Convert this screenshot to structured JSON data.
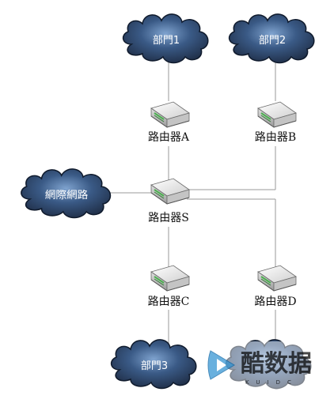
{
  "colors": {
    "cloud_dark": "#1e2c44",
    "cloud_mid": "#3a5a86",
    "cloud_light": "#7fa3cf",
    "line": "#999999",
    "router_body": "#e9e9e9",
    "router_shadow": "#8a8a8a",
    "watermark_accent": "#4fa3d9"
  },
  "clouds": {
    "dept1": {
      "label": "部門1",
      "icon": "cloud-icon"
    },
    "dept2": {
      "label": "部門2",
      "icon": "cloud-icon"
    },
    "internet": {
      "label": "網際網路",
      "icon": "cloud-icon"
    },
    "dept3": {
      "label": "部門3",
      "icon": "cloud-icon"
    },
    "dept4": {
      "label": "",
      "icon": "cloud-icon"
    }
  },
  "routers": {
    "a": {
      "label": "路由器A",
      "icon": "router-icon"
    },
    "b": {
      "label": "路由器B",
      "icon": "router-icon"
    },
    "s": {
      "label": "路由器S",
      "icon": "router-icon"
    },
    "c": {
      "label": "路由器C",
      "icon": "router-icon"
    },
    "d": {
      "label": "路由器D",
      "icon": "router-icon"
    }
  },
  "watermark": {
    "title": "酷数据",
    "subtitle": "KUIDC",
    "icon": "logo-play-icon"
  }
}
